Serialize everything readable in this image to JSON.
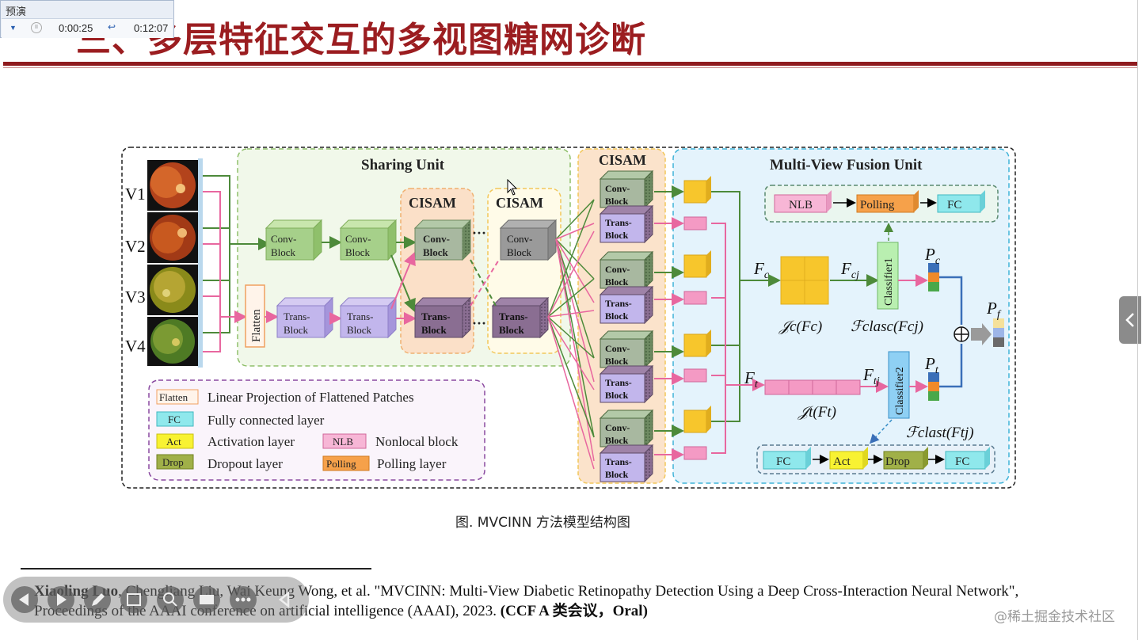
{
  "preview": {
    "title": "预演",
    "current_time": "0:00:25",
    "total_time": "0:12:07"
  },
  "slide": {
    "title": "三、多层特征交互的多视图糖网诊断",
    "caption": "图.    MVCINN 方法模型结构图",
    "reference": {
      "author_bold": "Xiaoling Luo",
      "rest": ", Chengliang Liu, Wai Keung Wong, et al. \"MVCINN: Multi-View Diabetic Retinopathy Detection Using a Deep Cross-Interaction Neural Network\", Proceedings of the AAAI conference on artificial intelligence (AAAI), 2023. ",
      "tag": "(CCF A 类会议，Oral)"
    }
  },
  "diagram": {
    "sharing_unit": "Sharing Unit",
    "fusion_unit": "Multi-View Fusion Unit",
    "cisam": "CISAM",
    "views": [
      "V1",
      "V2",
      "V3",
      "V4"
    ],
    "flatten": "Flatten",
    "conv_block": [
      "Conv-",
      "Block"
    ],
    "trans_block": [
      "Trans-",
      "Block"
    ],
    "ellipsis": "···",
    "nlb": "NLB",
    "polling": "Polling",
    "fc": "FC",
    "act": "Act",
    "drop": "Drop",
    "classifier1": "Classifier1",
    "classifier2": "Classifier2",
    "math": {
      "Fc": "F",
      "Fc_sub": "c",
      "Fcj": "F",
      "Fcj_sub": "cj",
      "Ft": "F",
      "Ft_sub": "t",
      "Ftj": "F",
      "Ftj_sub": "tj",
      "Pc": "P",
      "Pc_sub": "c",
      "Pt": "P",
      "Pt_sub": "t",
      "Pf": "P",
      "Pf_sub": "f",
      "Jc": "𝒥c(Fc)",
      "Jt": "𝒥t(Ft)",
      "Fclasc": "ℱclasc(Fcj)",
      "Fclast": "ℱclast(Ftj)"
    },
    "legend": [
      {
        "key": "Flatten",
        "label": "Linear Projection of Flattened Patches"
      },
      {
        "key": "FC",
        "label": "Fully connected layer"
      },
      {
        "key": "Act",
        "label": "Activation layer"
      },
      {
        "key": "Drop",
        "label": "Dropout layer"
      },
      {
        "key": "NLB",
        "label": "Nonlocal block"
      },
      {
        "key": "Polling",
        "label": "Polling layer"
      }
    ]
  },
  "watermark": "@稀土掘金技术社区",
  "colors": {
    "title": "#9b1d20",
    "conv": "#a6d08a",
    "trans": "#b8a8e6",
    "cisam": "#f9d6b8",
    "fusion": "#dff0fb",
    "yellow": "#f7c62c",
    "pink": "#f49ac4"
  }
}
